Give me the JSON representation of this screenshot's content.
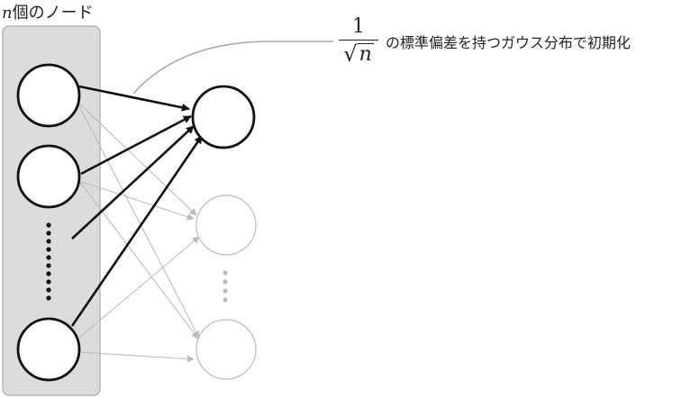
{
  "input_group": {
    "label_var": "n",
    "label_text": "個のノード"
  },
  "init_note": {
    "numerator": "1",
    "sqrt_symbol": "√",
    "radicand": "n",
    "text": "の標準偏差を持つガウス分布で初期化"
  },
  "colors": {
    "active_stroke": "#111111",
    "inactive_stroke": "#bbbbbb",
    "panel_fill": "#dcdcdc",
    "panel_stroke": "#aaaaaa",
    "annotation_curve": "#aaaaaa"
  }
}
